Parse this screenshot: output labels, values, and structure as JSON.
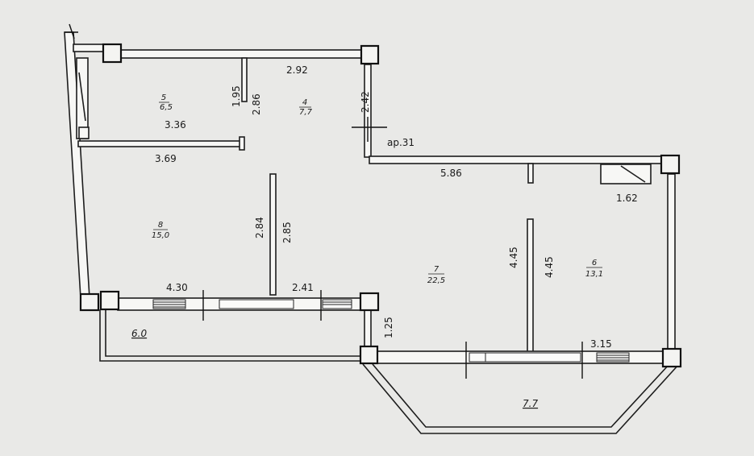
{
  "dimensions": {
    "d292": "2.92",
    "d195": "1.95",
    "d286": "2.86",
    "d242": "2.42",
    "d336": "3.36",
    "d369": "3.69",
    "ap31": "ар.31",
    "d586": "5.86",
    "d162": "1.62",
    "d284": "2.84",
    "d285": "2.85",
    "d445a": "4.45",
    "d445b": "4.45",
    "d430": "4.30",
    "d241": "2.41",
    "d125": "1.25",
    "d315": "3.15"
  },
  "rooms": [
    {
      "num": "5",
      "area": "6,5"
    },
    {
      "num": "4",
      "area": "7,7"
    },
    {
      "num": "8",
      "area": "15,0"
    },
    {
      "num": "7",
      "area": "22,5"
    },
    {
      "num": "6",
      "area": "13,1"
    }
  ],
  "balconies": {
    "left": "6.0",
    "bottom": "7.7"
  }
}
